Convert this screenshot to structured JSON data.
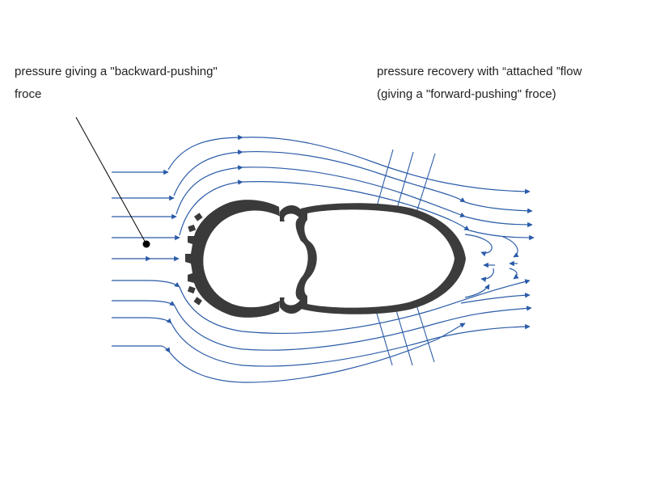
{
  "labels": {
    "left_line1": "pressure giving a \"backward-pushing\"",
    "left_line2": "froce",
    "right_line1": "pressure recovery with “attached ”flow",
    "right_line2": "(giving a \"forward-pushing\" froce)"
  },
  "colors": {
    "streamline": "#2a5ba8",
    "rim": "#3c3c3c",
    "tire": "#3a3a3a",
    "callout": "#000000",
    "text": "#222222"
  }
}
